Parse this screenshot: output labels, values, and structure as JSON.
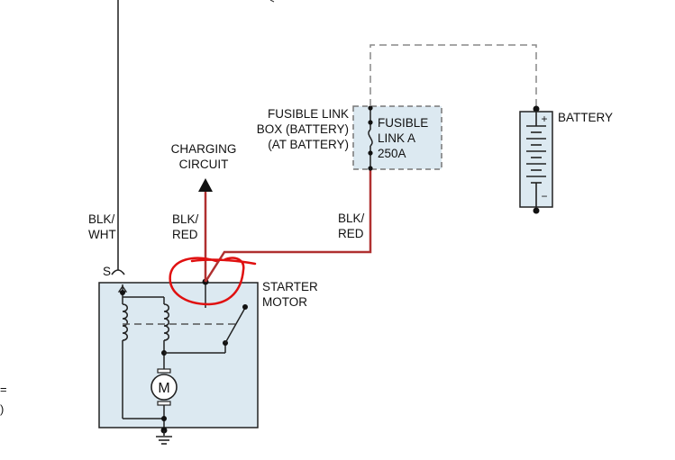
{
  "labels": {
    "fusible_link_box": [
      "FUSIBLE LINK",
      "BOX (BATTERY)",
      "(AT BATTERY)"
    ],
    "fusible_link": [
      "FUSIBLE",
      "LINK A",
      "250A"
    ],
    "battery": "BATTERY",
    "charging_circuit": [
      "CHARGING",
      "CIRCUIT"
    ],
    "wire_blk_wht": [
      "BLK/",
      "WHT"
    ],
    "wire_blk_red_left": [
      "BLK/",
      "RED"
    ],
    "wire_blk_red_right": [
      "BLK/",
      "RED"
    ],
    "terminal_s": "S",
    "starter_motor": [
      "STARTER",
      "MOTOR"
    ],
    "motor_symbol": "M",
    "battery_plus": "+",
    "battery_minus": "−",
    "edge_fragment": [
      "=",
      ")"
    ]
  },
  "colors": {
    "wire_blk_red": "#b03030",
    "annotation_circle": "#e01010",
    "component_fill": "#dce9f1",
    "dashed_outline": "#777777",
    "wire_black": "#333333"
  }
}
